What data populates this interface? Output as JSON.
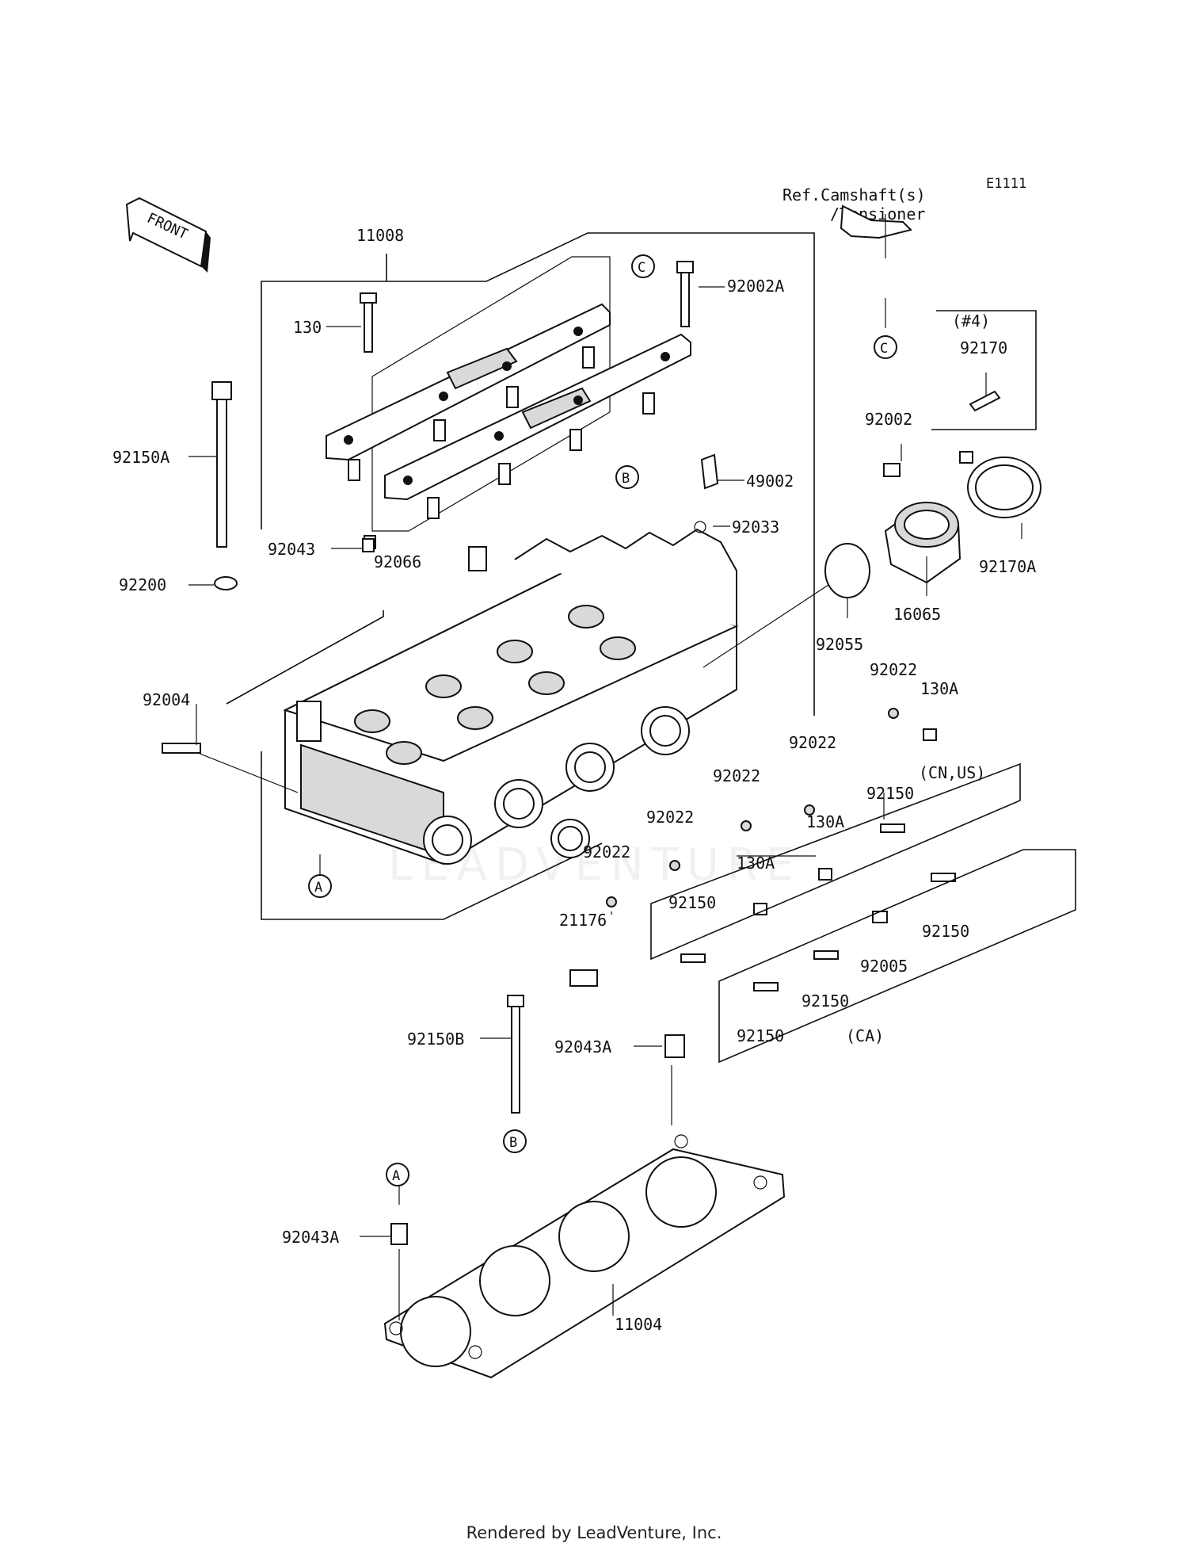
{
  "diagram_code": "E1111",
  "front_label": "FRONT",
  "watermark": "LEADVENTURE",
  "footer": "Rendered by LeadVenture, Inc.",
  "ref_note": [
    "Ref.Camshaft(s)",
    "/Tensioner"
  ],
  "group_labels": {
    "n4": "(#4)",
    "cn_us": "(CN,US)",
    "ca": "(CA)"
  },
  "refs": {
    "a": "A",
    "b": "B",
    "c": "C"
  },
  "parts": {
    "p11008": "11008",
    "p92002a": "92002A",
    "p130": "130",
    "p92150a": "92150A",
    "p92043": "92043",
    "p92066": "92066",
    "p92200": "92200",
    "p49002": "49002",
    "p92033": "92033",
    "p92002": "92002",
    "p92170": "92170",
    "p92170a": "92170A",
    "p16065": "16065",
    "p92055": "92055",
    "p92022": "92022",
    "p130a": "130A",
    "p92004": "92004",
    "p92150": "92150",
    "p92005": "92005",
    "p21176": "21176",
    "p92150b": "92150B",
    "p92043a": "92043A",
    "p11004": "11004"
  }
}
